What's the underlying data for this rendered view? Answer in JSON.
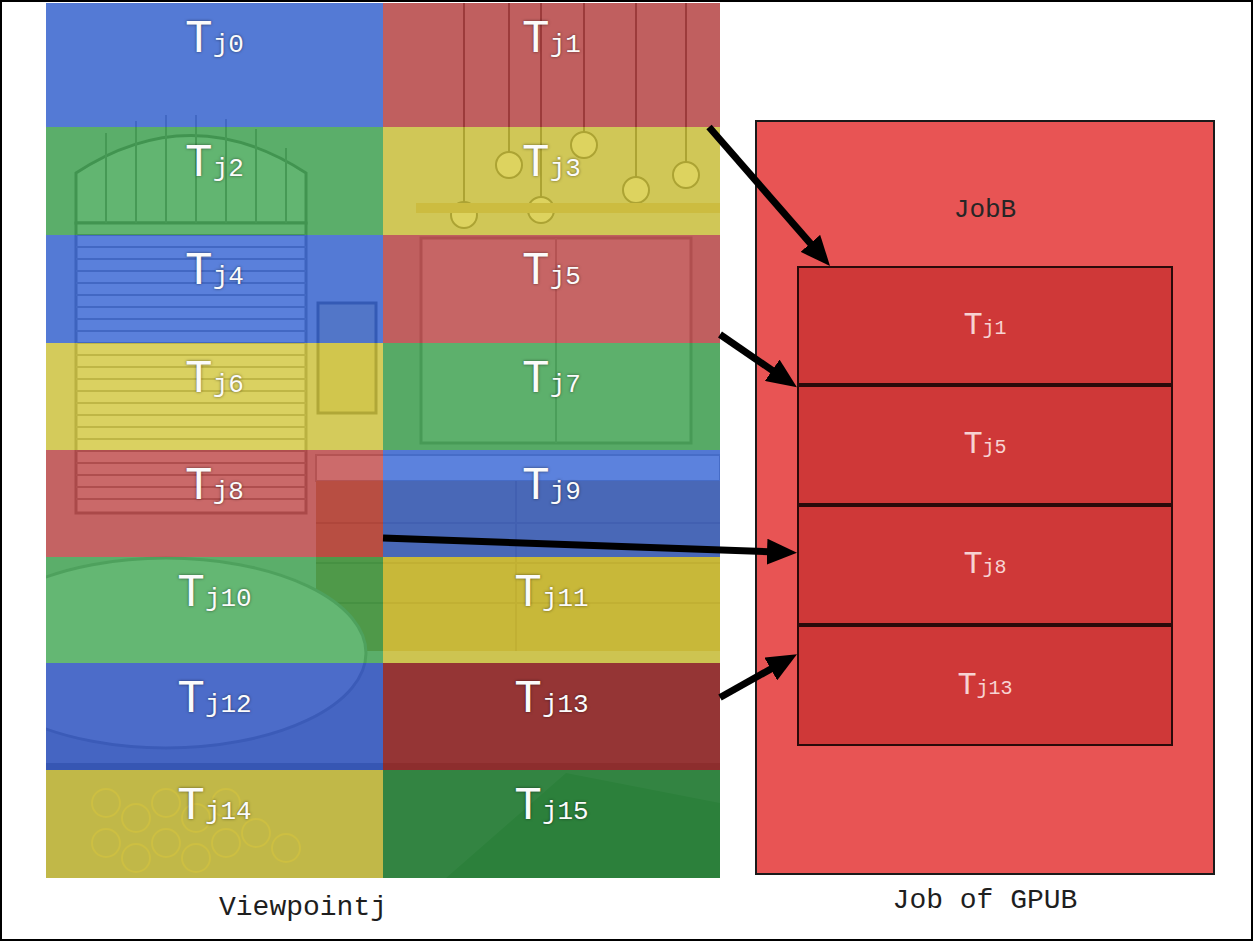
{
  "diagram": {
    "nodes": [
      {
        "text": [
          "Viewpointj"
        ]
      },
      {
        "text": [
          "Tj0"
        ],
        "in": 0
      },
      {
        "text": [
          "Tj1"
        ],
        "in": 0
      },
      {
        "text": [
          "Tj2"
        ],
        "in": 0
      },
      {
        "text": [
          "Tj3"
        ],
        "in": 0
      },
      {
        "text": [
          "Tj4"
        ],
        "in": 0
      },
      {
        "text": [
          "Tj5"
        ],
        "in": 0
      },
      {
        "text": [
          "Tj6"
        ],
        "in": 0
      },
      {
        "text": [
          "Tj7"
        ],
        "in": 0
      },
      {
        "text": [
          "Tj8"
        ],
        "in": 0
      },
      {
        "text": [
          "Tj9"
        ],
        "in": 0
      },
      {
        "text": [
          "Tj10"
        ],
        "in": 0
      },
      {
        "text": [
          "Tj11"
        ],
        "in": 0
      },
      {
        "text": [
          "Tj12"
        ],
        "in": 0
      },
      {
        "text": [
          "Tj13"
        ],
        "in": 0
      },
      {
        "text": [
          "Tj14"
        ],
        "in": 0
      },
      {
        "text": [
          "Tj15"
        ],
        "in": 0
      },
      {
        "text": [
          "JobB",
          "Job of GPUB"
        ]
      },
      {
        "text": [
          "Tj1"
        ],
        "in": 17
      },
      {
        "text": [
          "Tj5"
        ],
        "in": 17
      },
      {
        "text": [
          "Tj8"
        ],
        "in": 17
      },
      {
        "text": [
          "Tj13"
        ],
        "in": 17
      }
    ],
    "edges": [
      {
        "from": 2,
        "to": 18,
        "arrow": "to"
      },
      {
        "from": 6,
        "to": 19,
        "arrow": "to"
      },
      {
        "from": 9,
        "to": 20,
        "arrow": "to"
      },
      {
        "from": 14,
        "to": 21,
        "arrow": "to"
      }
    ]
  }
}
